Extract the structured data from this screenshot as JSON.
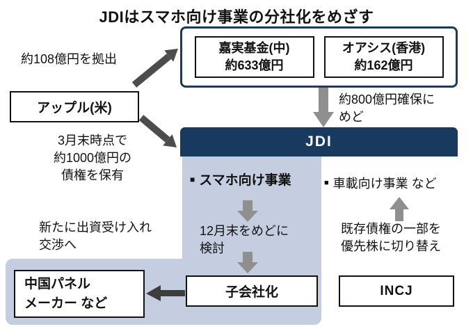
{
  "title": "JDIはスマホ向け事業の分社化をめざす",
  "investor_group": {
    "funds": [
      {
        "name": "嘉実基金(中)",
        "amount": "約633億円"
      },
      {
        "name": "オアシス(香港)",
        "amount": "約162億円"
      }
    ]
  },
  "apple": {
    "label": "アップル(米)"
  },
  "jdi": {
    "title": "JDI",
    "bullet": "■",
    "smartphone_label": "スマホ向け事業",
    "automotive_label": "車載向け事業 など"
  },
  "notes": {
    "apple_contribution": "約108億円を拠出",
    "apple_debt": "3月末時点で\n約1000億円の\n債権を保有",
    "secured": "約800億円確保に\nめど",
    "december": "12月末をめどに\n検討",
    "new_investment": "新たに出資受け入れ\n交渉へ",
    "preferred_stock": "既存債権の一部を\n優先株に切り替え"
  },
  "boxes": {
    "subsidiary": "子会社化",
    "china_maker": "中国パネル\nメーカー など",
    "incj": "INCJ"
  },
  "colors": {
    "navy": "#173a5e",
    "light_blue": "#c5cee1",
    "arrow_gray": "#8f8f8f",
    "arrow_dark": "#4c4c4c"
  }
}
